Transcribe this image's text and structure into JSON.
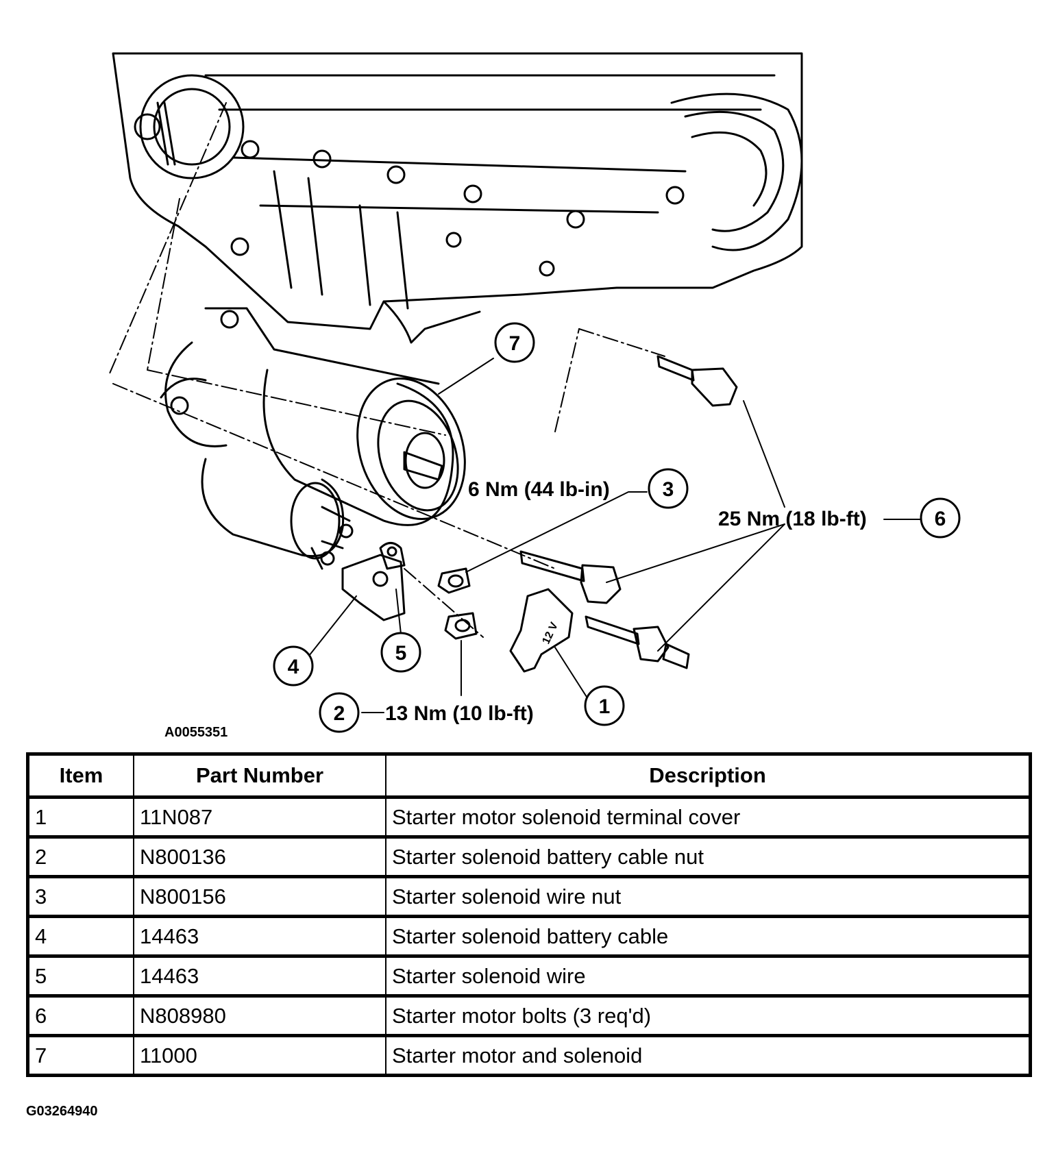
{
  "figure_ids": {
    "diagram": "A0055351",
    "page": "G03264940"
  },
  "callouts": [
    {
      "number": "1"
    },
    {
      "number": "2"
    },
    {
      "number": "3"
    },
    {
      "number": "4"
    },
    {
      "number": "5"
    },
    {
      "number": "6"
    },
    {
      "number": "7"
    }
  ],
  "torque_labels": {
    "item3": "6 Nm (44 lb-in)",
    "item6": "25 Nm (18 lb-ft)",
    "item2": "13 Nm (10 lb-ft)"
  },
  "cover_marking": "12 V",
  "table": {
    "headers": [
      "Item",
      "Part Number",
      "Description"
    ],
    "rows": [
      [
        "1",
        "11N087",
        "Starter motor solenoid terminal cover"
      ],
      [
        "2",
        "N800136",
        "Starter solenoid battery cable nut"
      ],
      [
        "3",
        "N800156",
        "Starter solenoid wire nut"
      ],
      [
        "4",
        "14463",
        "Starter solenoid battery cable"
      ],
      [
        "5",
        "14463",
        "Starter solenoid wire"
      ],
      [
        "6",
        "N808980",
        "Starter motor bolts (3 req'd)"
      ],
      [
        "7",
        "11000",
        "Starter motor and solenoid"
      ]
    ]
  }
}
